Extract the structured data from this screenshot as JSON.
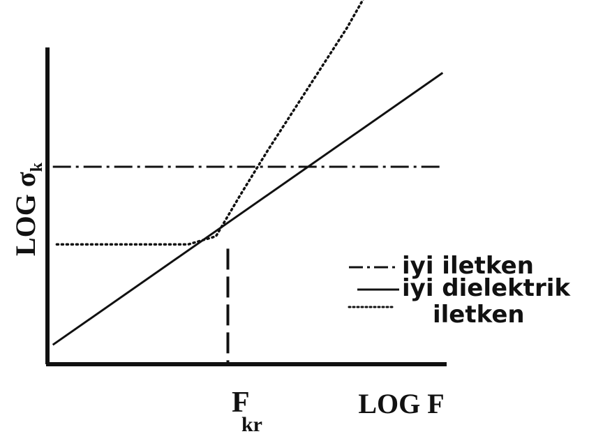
{
  "chart_data": {
    "type": "line",
    "title": "",
    "xlabel": "LOG F",
    "ylabel": "LOG σk",
    "ylabel_main": "LOG σ",
    "ylabel_sub": "k",
    "x_marker": {
      "main": "F",
      "sub": "kr",
      "x": 0.45
    },
    "xlim": [
      0,
      1
    ],
    "ylim": [
      0,
      1
    ],
    "grid": false,
    "legend": "right",
    "series": [
      {
        "name": "iyi iletken",
        "style": "dashdot",
        "points": [
          [
            0.01,
            0.61
          ],
          [
            0.99,
            0.61
          ]
        ]
      },
      {
        "name": "iyi dielektrik",
        "style": "solid",
        "points": [
          [
            0.01,
            0.06
          ],
          [
            0.99,
            0.9
          ]
        ]
      },
      {
        "name": "iletken",
        "style": "dotted",
        "points": [
          [
            0.02,
            0.37
          ],
          [
            0.35,
            0.37
          ],
          [
            0.42,
            0.395
          ],
          [
            0.48,
            0.52
          ],
          [
            0.55,
            0.66
          ],
          [
            0.75,
            1.04
          ],
          [
            0.93,
            1.43
          ]
        ]
      }
    ]
  },
  "legend_labels": {
    "line1": "iyi iletken",
    "line2": "iyi dielektrik",
    "line3": "iletken"
  }
}
